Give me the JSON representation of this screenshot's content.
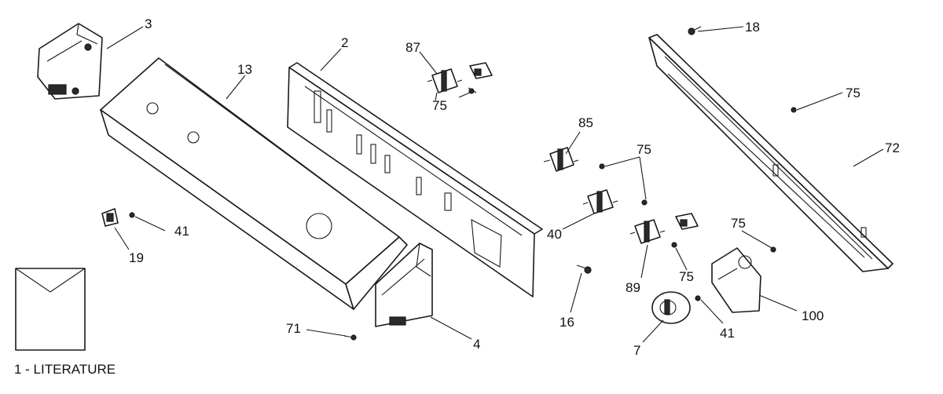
{
  "callouts": {
    "c3": "3",
    "c13": "13",
    "c2": "2",
    "c87": "87",
    "c75a": "75",
    "c18": "18",
    "c75b": "75",
    "c72": "72",
    "c85": "85",
    "c75c": "75",
    "c40": "40",
    "c41a": "41",
    "c19": "19",
    "c89": "89",
    "c75d": "75",
    "c75e": "75",
    "c16": "16",
    "c100": "100",
    "c71": "71",
    "c4": "4",
    "c7": "7",
    "c41b": "41"
  },
  "literature": {
    "label": "1 - LITERATURE"
  }
}
